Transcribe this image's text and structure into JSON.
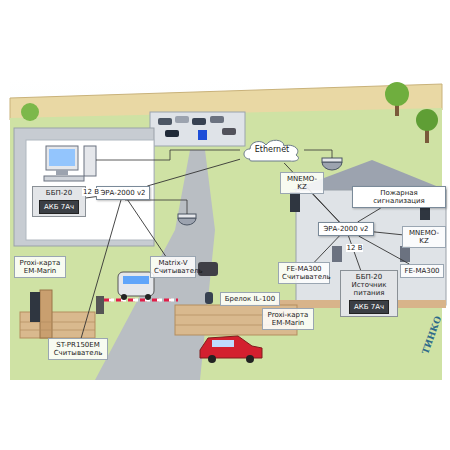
{
  "diagram": {
    "nodes": [
      {
        "text": [
          "Ethernet"
        ]
      },
      {
        "text": [
          "ББП-20"
        ]
      },
      {
        "text": [
          "ЭРА-2000 v2"
        ]
      },
      {
        "text": [
          "АКБ 7Ач"
        ],
        "in": 1
      },
      {
        "text": [
          "Matrix-V",
          "Считыватель"
        ]
      },
      {
        "text": [
          "ST-PR150EM",
          "Считыватель"
        ]
      },
      {
        "text": [
          "Брелок IL-100"
        ]
      },
      {
        "text": [
          "Proxi-карта EM-Marin"
        ]
      },
      {
        "text": [
          "ЭРА-2000 v2"
        ]
      },
      {
        "text": [
          "Пожарная сигнализация"
        ]
      },
      {
        "text": [
          "MNEMO-KZ"
        ]
      },
      {
        "text": [
          "MNEMO-KZ"
        ]
      },
      {
        "text": [
          "FE-MA300",
          "Считыватель"
        ]
      },
      {
        "text": [
          "FE-MA300"
        ]
      },
      {
        "text": [
          "ББП-20",
          "Источник питания"
        ]
      },
      {
        "text": [
          "АКБ 7Ач"
        ],
        "in": 14
      },
      {
        "text": [
          "Proxi-карта EM-Marin"
        ]
      }
    ],
    "edges": [
      {
        "from": 0,
        "to": 2,
        "arrow": "none"
      },
      {
        "from": 0,
        "to": 8,
        "arrow": "none"
      },
      {
        "from": 2,
        "to": 1,
        "label": "12 В",
        "arrow": "none"
      },
      {
        "from": 2,
        "to": 4,
        "arrow": "none"
      },
      {
        "from": 2,
        "to": 5,
        "arrow": "none"
      },
      {
        "from": 8,
        "to": 9,
        "arrow": "none"
      },
      {
        "from": 8,
        "to": 10,
        "arrow": "none"
      },
      {
        "from": 8,
        "to": 11,
        "arrow": "none"
      },
      {
        "from": 8,
        "to": 12,
        "arrow": "none"
      },
      {
        "from": 8,
        "to": 13,
        "arrow": "none"
      },
      {
        "from": 8,
        "to": 14,
        "label": "12 В",
        "arrow": "none"
      }
    ],
    "labels": [
      "ТИНКО"
    ]
  }
}
